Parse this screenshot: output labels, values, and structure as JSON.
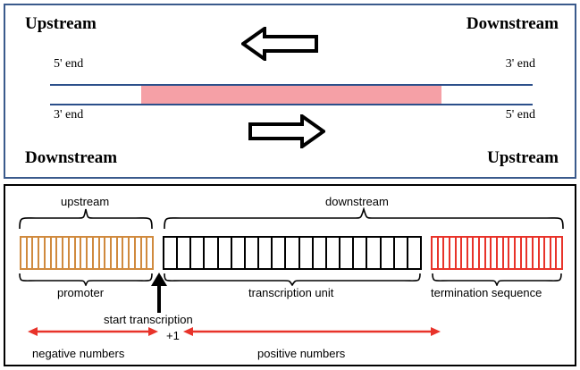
{
  "panel_top": {
    "labels": {
      "upstream_top_left": "Upstream",
      "downstream_top_right": "Downstream",
      "downstream_bottom_left": "Downstream",
      "upstream_bottom_right": "Upstream"
    },
    "ends": {
      "five_prime_left": "5' end",
      "three_prime_right": "3' end",
      "three_prime_left": "3' end",
      "five_prime_right": "5' end"
    },
    "colors": {
      "border": "#3a5a8c",
      "strand": "#2b4f8a",
      "coding_region": "#f5a0a6",
      "arrow_outline": "#000000"
    },
    "arrows": {
      "top_arrow_direction": "left",
      "bottom_arrow_direction": "right"
    }
  },
  "panel_bottom": {
    "labels": {
      "upstream": "upstream",
      "downstream": "downstream",
      "promoter": "promoter",
      "transcription_unit": "transcription unit",
      "termination_sequence": "termination sequence",
      "start_transcription": "start transcription",
      "plus_one": "+1",
      "negative_numbers": "negative numbers",
      "positive_numbers": "positive numbers"
    },
    "segments": [
      {
        "name": "promoter",
        "color": "#d08a3e",
        "rungs": 22
      },
      {
        "name": "transcription-unit",
        "color": "#000000",
        "rungs": 19
      },
      {
        "name": "termination-sequence",
        "color": "#e8332a",
        "rungs": 22
      }
    ],
    "colors": {
      "border": "#000000",
      "promoter": "#d08a3e",
      "transcription_unit": "#000000",
      "termination_sequence": "#e8332a",
      "number_arrows": "#e8332a",
      "start_arrow": "#000000"
    }
  }
}
